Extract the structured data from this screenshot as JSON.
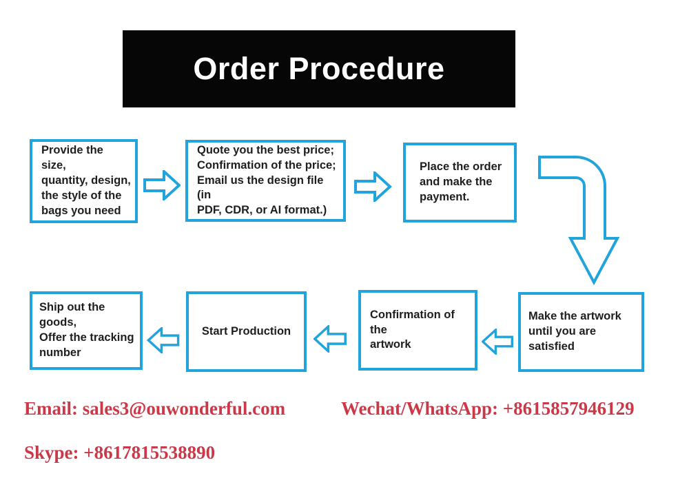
{
  "header": {
    "title": "Order Procedure"
  },
  "flowchart": {
    "steps": [
      {
        "id": 1,
        "text": "Provide the size,\nquantity, design,\nthe style of the\nbags you need"
      },
      {
        "id": 2,
        "text": "Quote you the best price;\nConfirmation of the price;\nEmail us the design file (in\nPDF, CDR, or AI format.)"
      },
      {
        "id": 3,
        "text": "Place the order\nand make the\npayment."
      },
      {
        "id": 4,
        "text": "Make the artwork\nuntil you are satisfied"
      },
      {
        "id": 5,
        "text": "Confirmation of the\nartwork"
      },
      {
        "id": 6,
        "text": "Start Production"
      },
      {
        "id": 7,
        "text": "Ship out the goods,\nOffer the tracking\nnumber"
      }
    ]
  },
  "contacts": {
    "email": "Email: sales3@ouwonderful.com",
    "wechat_whatsapp": "Wechat/WhatsApp: +8615857946129",
    "skype": "Skype: +8617815538890"
  },
  "colors": {
    "accent_blue": "#21A3DC",
    "contact_red": "#CB3847",
    "header_bg": "#060606",
    "header_text": "#FFFFFF",
    "box_text": "#1E1E1E"
  }
}
